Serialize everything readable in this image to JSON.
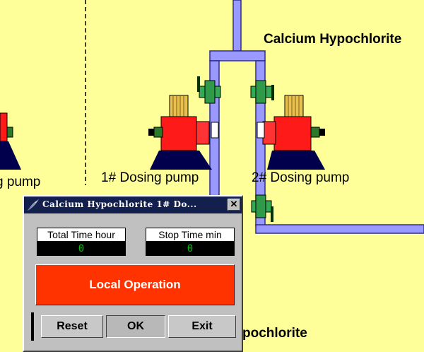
{
  "labels": {
    "chemical_top": "Calcium Hypochlorite",
    "pump_left_partial": "g pump",
    "pump1": "1# Dosing pump",
    "pump2": "2# Dosing pump",
    "chemical_bottom_partial": "pochlorite"
  },
  "colors": {
    "background": "#ffff99",
    "pipe": "#9999ff",
    "pump_body": "#ff1a1a",
    "pump_base": "#00004d",
    "valve": "#33aa55",
    "dialog_title_bar": "#13204d",
    "operation_button": "#ff3300",
    "digital_text": "#00c000"
  },
  "dialog": {
    "title": "Calcium Hypochlorite 1# Do...",
    "close_glyph": "✕",
    "total_time": {
      "label": "Total Time hour",
      "value": "0"
    },
    "stop_time": {
      "label": "Stop Time min",
      "value": "0"
    },
    "operation_button": "Local Operation",
    "buttons": {
      "reset": "Reset",
      "ok": "OK",
      "exit": "Exit"
    }
  }
}
